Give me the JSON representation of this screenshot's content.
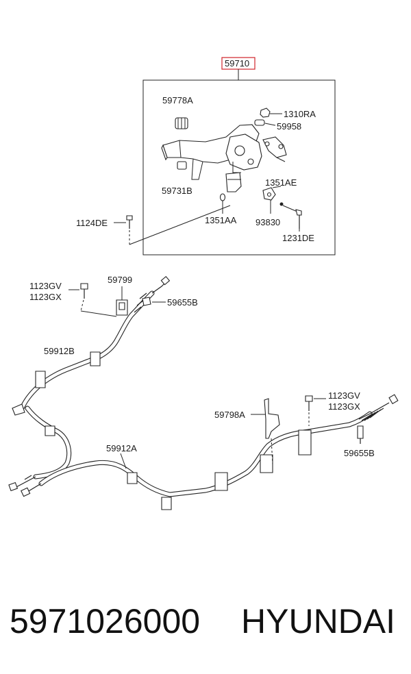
{
  "callouts": {
    "assembly": "59710",
    "spring": "59778A",
    "nut": "1310RA",
    "washer": "59958",
    "pad": "59731B",
    "bolt_upper": "1351AE",
    "screw_left": "1124DE",
    "clip": "1351AA",
    "bracket": "93830",
    "screw_right": "1231DE",
    "bolt_front_1": "1123GV",
    "bolt_front_2": "1123GX",
    "guide_front": "59799",
    "clip_front": "59655B",
    "cable_front": "59912B",
    "bracket_rear": "59798A",
    "bolt_rear_1": "1123GV",
    "bolt_rear_2": "1123GX",
    "clip_rear": "59655B",
    "cable_rear": "59912A"
  },
  "colors": {
    "assembly_box": "#d0232a",
    "ink": "#1a1a1a"
  },
  "footer": {
    "part_number": "5971026000",
    "brand": "HYUNDAI"
  }
}
